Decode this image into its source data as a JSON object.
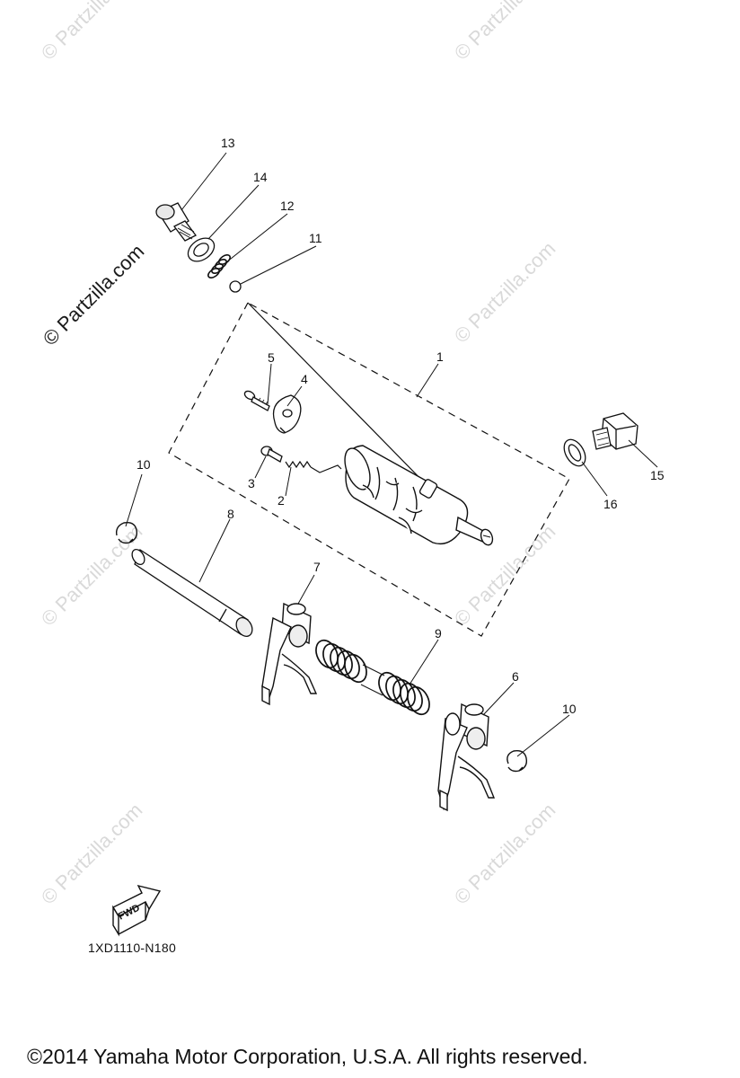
{
  "watermark": {
    "strong_text": "© Partzilla.com",
    "faint_text": "© Partzilla.com"
  },
  "callouts": [
    "1",
    "2",
    "3",
    "4",
    "5",
    "6",
    "7",
    "8",
    "9",
    "10",
    "10",
    "11",
    "12",
    "13",
    "14",
    "15",
    "16"
  ],
  "fwd_label": "FWD",
  "diagram_code": "1XD1110-N180",
  "copyright": "©2014  Yamaha Motor Corporation, U.S.A. All rights reserved."
}
